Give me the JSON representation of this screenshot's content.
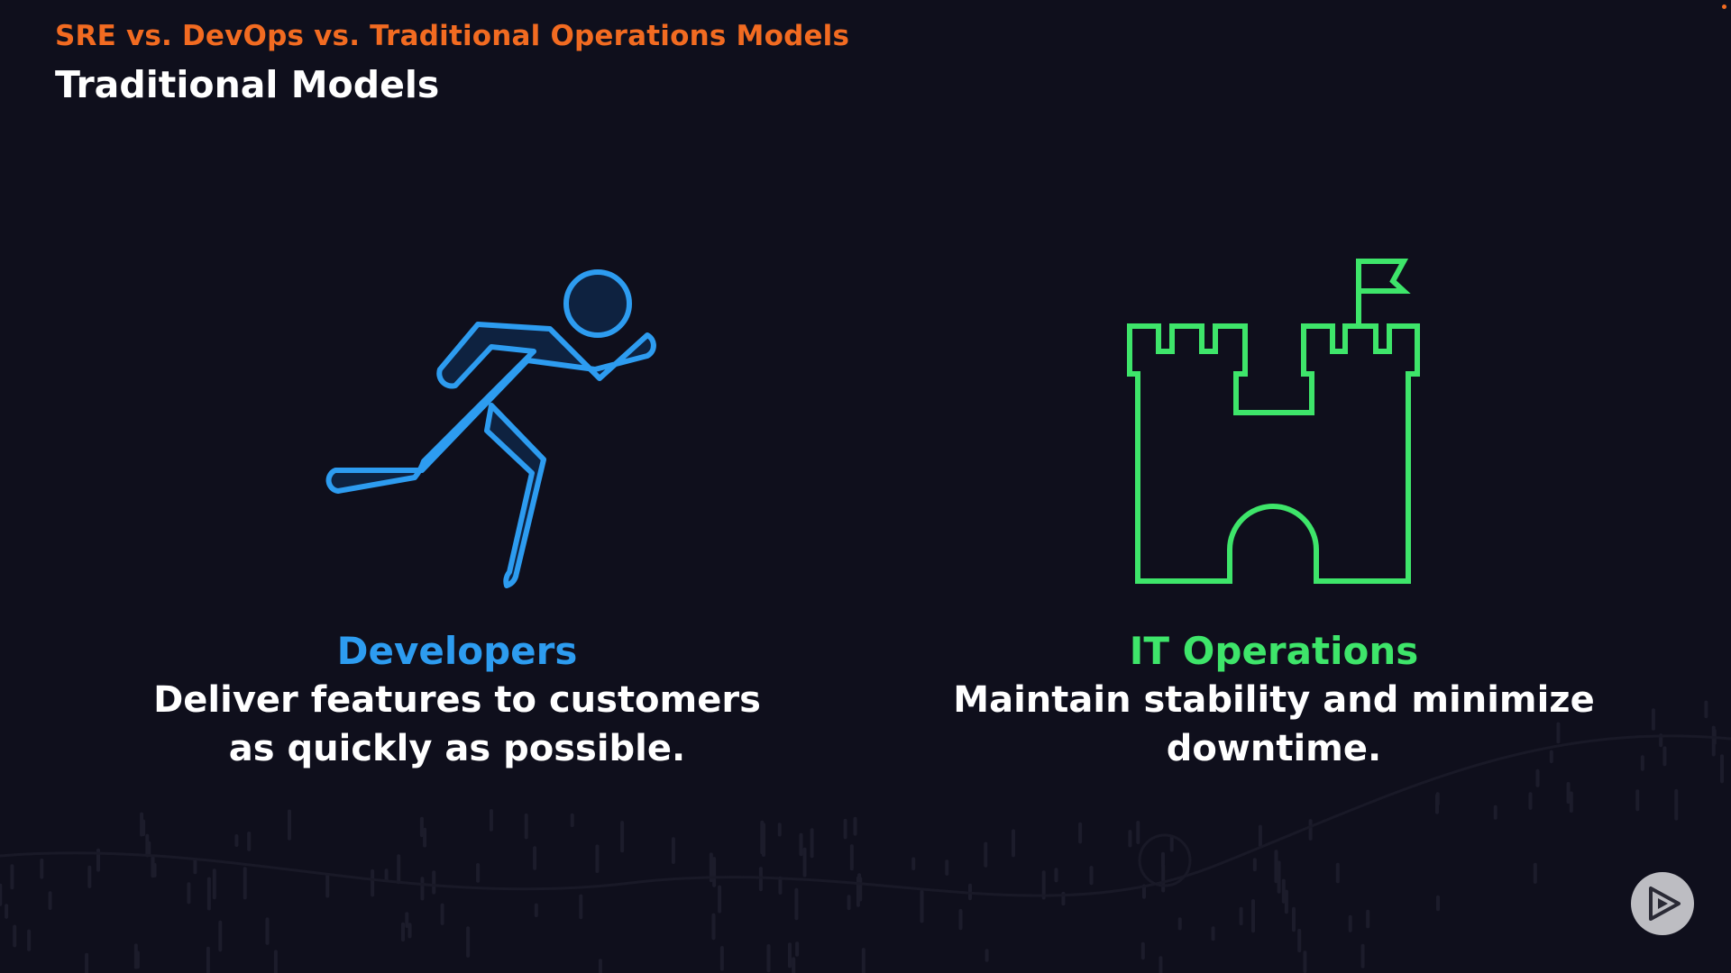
{
  "slide": {
    "kicker": "SRE vs. DevOps vs. Traditional Operations Models",
    "title": "Traditional Models"
  },
  "columns": {
    "developers": {
      "heading": "Developers",
      "text": "Deliver features to customers as quickly as possible.",
      "icon": "running-person-icon",
      "color": "#2d9cf0"
    },
    "it_operations": {
      "heading": "IT Operations",
      "text": "Maintain stability and minimize downtime.",
      "icon": "castle-icon",
      "color": "#3ee56a"
    }
  },
  "controls": {
    "play_icon": "play-icon"
  },
  "colors": {
    "background": "#0f0f1c",
    "accent": "#f26b21"
  }
}
